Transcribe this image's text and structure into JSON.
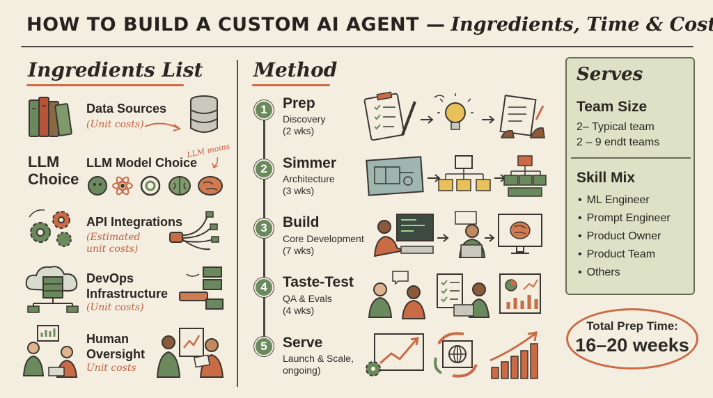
{
  "title": {
    "main": "HOW TO BUILD A CUSTOM AI AGENT —",
    "sub": "Ingredients, Time & Cost"
  },
  "ingredients": {
    "heading": "Ingredients List",
    "items": [
      {
        "label": "Data Sources",
        "note": "(Unit costs)"
      },
      {
        "big_label": "LLM Choice",
        "label": "LLM Model Choice",
        "scrawl": "LLM moins"
      },
      {
        "label": "API Integrations",
        "note": "(Estimated unit costs)"
      },
      {
        "label": "DevOps Infrastructure",
        "note": "(Unit costs)"
      },
      {
        "label": "Human Oversight",
        "note": "Unit costs"
      }
    ]
  },
  "method": {
    "heading": "Method",
    "steps": [
      {
        "num": "1",
        "title": "Prep",
        "sub1": "Discovery",
        "sub2": "(2 wks)"
      },
      {
        "num": "2",
        "title": "Simmer",
        "sub1": "Architecture",
        "sub2": "(3 wks)"
      },
      {
        "num": "3",
        "title": "Build",
        "sub1": "Core Development",
        "sub2": "(7 wks)"
      },
      {
        "num": "4",
        "title": "Taste-Test",
        "sub1": "QA & Evals",
        "sub2": "(4 wks)"
      },
      {
        "num": "5",
        "title": "Serve",
        "sub1": "Launch & Scale,",
        "sub2": "ongoing)"
      }
    ]
  },
  "serves": {
    "heading": "Serves",
    "team_size": {
      "heading": "Team Size",
      "lines": [
        "2– Typical team",
        "2 – 9 endt teams"
      ]
    },
    "skill_mix": {
      "heading": "Skill Mix",
      "items": [
        "ML Engineer",
        "Prompt Engineer",
        "Product Owner",
        "Product Team",
        "Others"
      ]
    }
  },
  "prep_time": {
    "label": "Total Prep Time:",
    "value": "16–20 weeks"
  },
  "colors": {
    "background": "#f4eee1",
    "accent": "#c96b45",
    "green": "#6a8a5d",
    "panel": "#dde1c5",
    "ink": "#2d2a26"
  }
}
